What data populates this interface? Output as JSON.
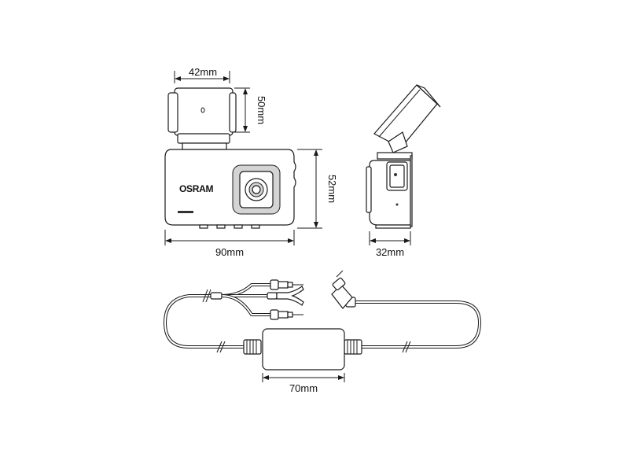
{
  "front_view": {
    "brand": "OSRAM",
    "width_label": "90mm",
    "height_label": "52mm",
    "mount_width_label": "42mm",
    "mount_height_label": "50mm"
  },
  "side_view": {
    "depth_label": "32mm"
  },
  "hardwire_kit": {
    "box_length_label": "70mm"
  }
}
